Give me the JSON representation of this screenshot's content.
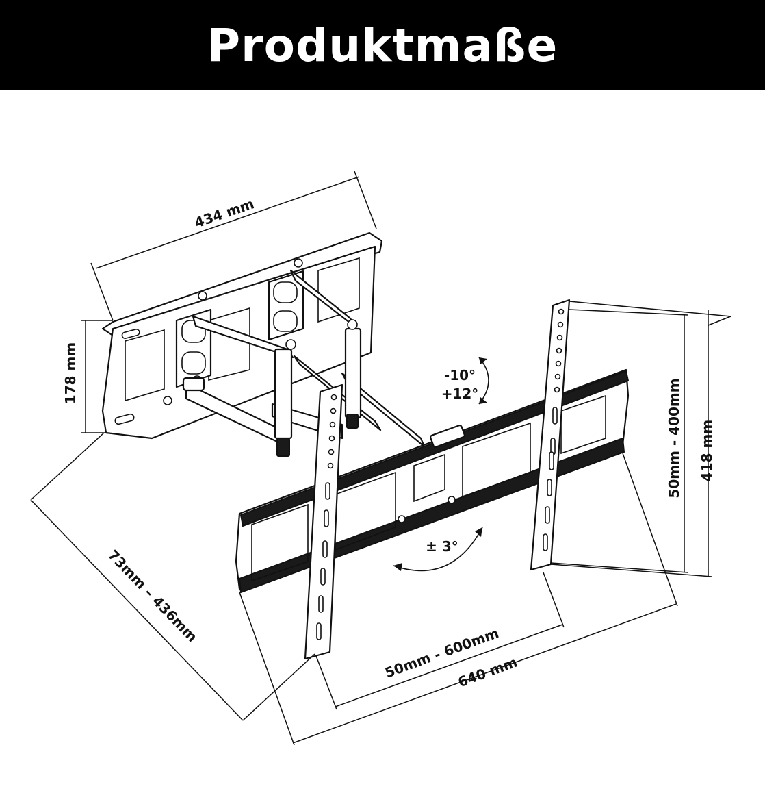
{
  "header": {
    "title": "Produktmaße"
  },
  "dimensions": {
    "wall_plate_width": "434 mm",
    "wall_plate_height": "178 mm",
    "arm_extension": "73mm – 436mm",
    "tilt": "-10°",
    "tilt_up": "+12°",
    "swivel": "± 3°",
    "vesa_vertical": "50mm - 400mm",
    "bracket_height": "418 mm",
    "vesa_horizontal": "50mm - 600mm",
    "bracket_width": "640 mm"
  },
  "colors": {
    "banner_background": "#000000",
    "banner_text": "#ffffff",
    "line": "#111111"
  }
}
